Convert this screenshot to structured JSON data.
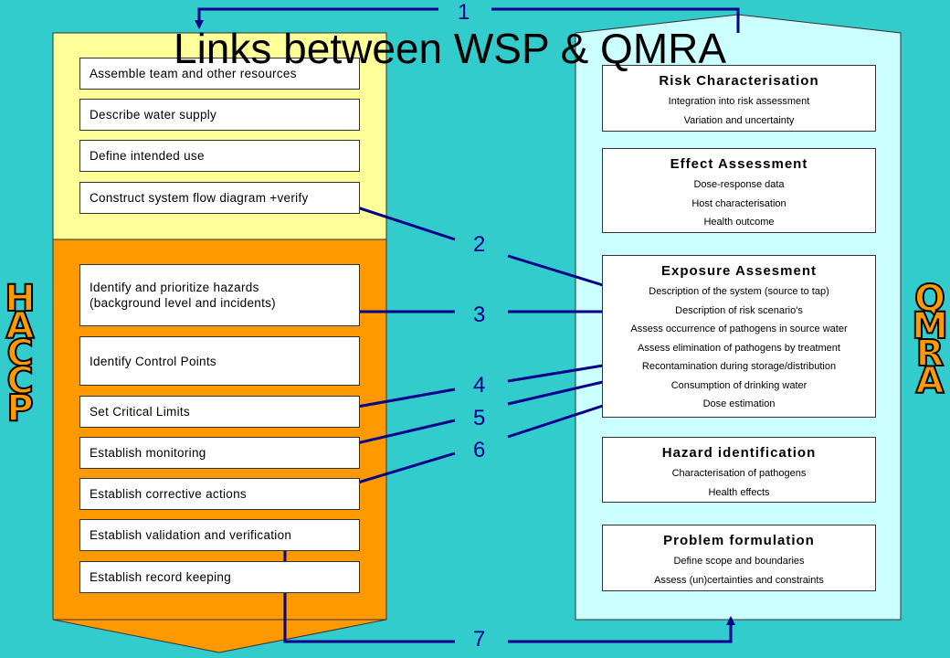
{
  "title": "Links between WSP & QMRA",
  "side_labels": {
    "left": [
      "H",
      "A",
      "C",
      "C",
      "P"
    ],
    "right": [
      "Q",
      "M",
      "R",
      "A"
    ]
  },
  "haccp_steps": [
    "Assemble team and other  resources",
    "Describe water supply",
    "Define intended use",
    "Construct system flow diagram +verify",
    [
      "Identify and prioritize hazards",
      "(background level and incidents)"
    ],
    "Identify Control Points",
    "Set Critical Limits",
    "Establish monitoring",
    "Establish corrective actions",
    "Establish validation and verification",
    "Establish record keeping"
  ],
  "qmra_boxes": [
    {
      "heading": "Risk Characterisation",
      "items": [
        "Integration into risk assessment",
        "Variation and uncertainty"
      ]
    },
    {
      "heading": "Effect Assessment",
      "items": [
        "Dose-response data",
        "Host characterisation",
        "Health outcome"
      ]
    },
    {
      "heading": "Exposure Assesment",
      "items": [
        "Description of the system (source to tap)",
        "Description of risk scenario's",
        "Assess occurrence of pathogens in source water",
        "Assess elimination of pathogens by treatment",
        "Recontamination during storage/distribution",
        "Consumption of drinking water",
        "Dose estimation"
      ]
    },
    {
      "heading": "Hazard identification",
      "items": [
        "Characterisation of pathogens",
        "Health effects"
      ]
    },
    {
      "heading": "Problem formulation",
      "items": [
        "Define scope and boundaries",
        "Assess (un)certainties and constraints"
      ]
    }
  ],
  "link_numbers": [
    "1",
    "2",
    "3",
    "4",
    "5",
    "6",
    "7"
  ],
  "colors": {
    "background": "#33CCCC",
    "haccp_top": "#FFFF99",
    "haccp_bottom": "#FF9900",
    "qmra_panel": "#CCFFFF",
    "arrow": "#00008B"
  }
}
